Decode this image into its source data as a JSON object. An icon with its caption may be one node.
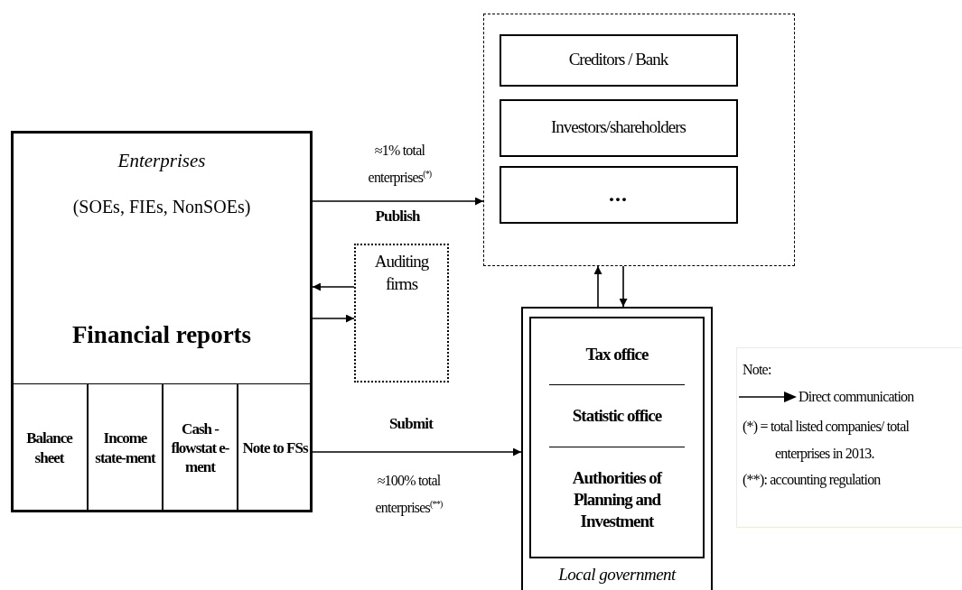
{
  "diagram": {
    "nodes": [
      {
        "text": [
          "Enterprises",
          "(SOEs, FIEs, NonSOEs)",
          "Financial reports"
        ]
      },
      {
        "text": [
          "Balance sheet"
        ],
        "in": 0
      },
      {
        "text": [
          "Income state-ment"
        ],
        "in": 0
      },
      {
        "text": [
          "Cash - flowstat e-ment"
        ],
        "in": 0
      },
      {
        "text": [
          "Note to FSs"
        ],
        "in": 0
      },
      {
        "text": [],
        "shape": "box"
      },
      {
        "text": [
          "Creditors / Bank"
        ],
        "in": 5
      },
      {
        "text": [
          "Investors/shareholders"
        ],
        "in": 5
      },
      {
        "text": [
          "..."
        ],
        "in": 5
      },
      {
        "text": [
          "Auditing firms"
        ]
      },
      {
        "text": [
          "Local government"
        ]
      },
      {
        "text": [
          "Tax office",
          "Statistic office",
          "Authorities of Planning and Investment"
        ],
        "in": 10
      }
    ],
    "edges": [
      {
        "from": 0,
        "to": 5,
        "arrow": "to",
        "label": "Publish"
      },
      {
        "from": 9,
        "to": 0,
        "arrow": "to"
      },
      {
        "from": 0,
        "to": 9,
        "arrow": "to"
      },
      {
        "from": 0,
        "to": 10,
        "arrow": "to",
        "label": "Submit"
      },
      {
        "from": 10,
        "to": 5,
        "arrow": "to"
      },
      {
        "from": 5,
        "to": 10,
        "arrow": "to"
      }
    ],
    "labels": [
      "≈1% total enterprises$^{(*)}$",
      "≈100% total enterprises$^{(**)}$",
      "Note:",
      "(*) = total listed companies/ total enterprises in 2013.",
      "(**): accounting regulation"
    ],
    "legend": [
      {
        "text": "Direct communication"
      }
    ]
  }
}
